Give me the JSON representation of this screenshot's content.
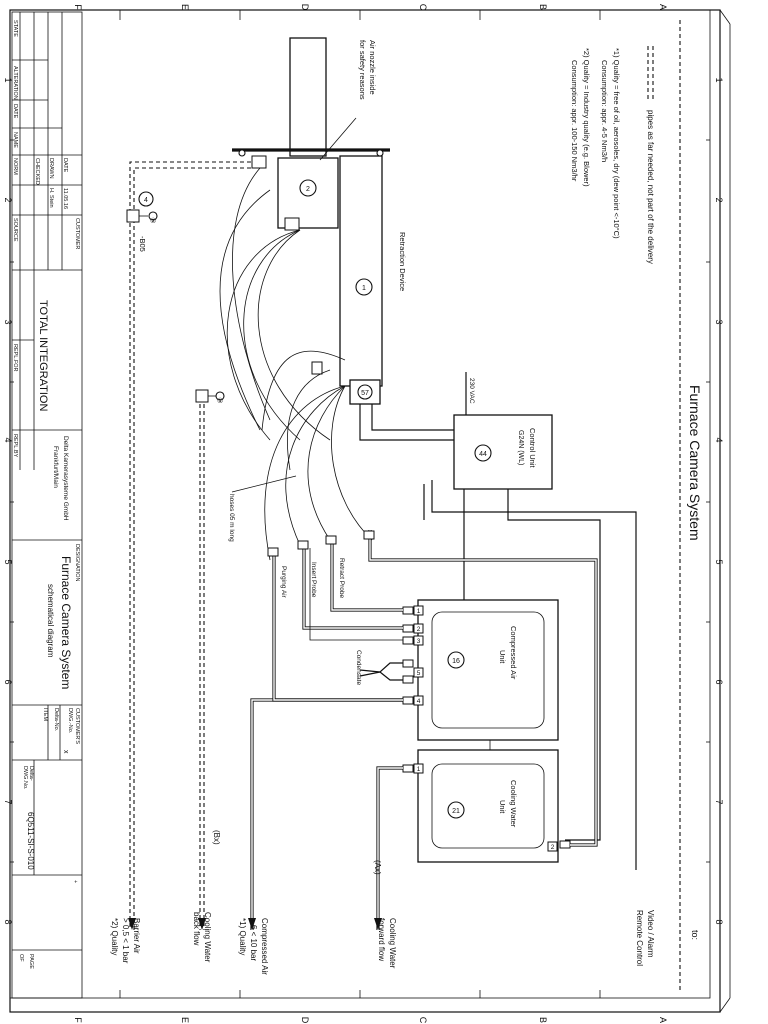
{
  "sheet": {
    "columns_letters": [
      "F",
      "E",
      "D",
      "C",
      "B",
      "A"
    ],
    "rows_numbers": [
      "1",
      "2",
      "3",
      "4",
      "5",
      "6",
      "7",
      "8"
    ],
    "to_label": "to:"
  },
  "title": "Furnace Camera System",
  "notes": {
    "pipes": "pipes as far needed, not part of the delivery",
    "q1_line1": "*1) Quality = free of oil, aerosoles, dry (dew point <-10°C)",
    "q1_line2": "Consumption: appr. 4-5 Nm3/h",
    "q2_line1": "*2) Quality = Industry quality (e.g. Blower)",
    "q2_line2": "Consumption: appr. 100-150 Nm3/hr"
  },
  "components": {
    "control_unit_l1": "Control Unit",
    "control_unit_l2": "G24N (WL)",
    "control_unit_no": "44",
    "supply": "230 VAC",
    "compressed_l1": "Compressed Air",
    "compressed_l2": "Unit",
    "compressed_no": "16",
    "cooling_l1": "Cooling Water",
    "cooling_l2": "Unit",
    "cooling_no": "21",
    "retraction": "Retraction Device",
    "retraction_no": "1",
    "nozzle_no": "2",
    "box57": "57",
    "air_nozzle_l1": "Air nozzle inside",
    "air_nozzle_l2": "for safety reasons",
    "hoses": "hoses 05 m long",
    "retract_probe": "Retract Probe",
    "insert_probe": "Insert Probe",
    "purging_air": "Purging Air",
    "condensate": "Condensate",
    "b05": "-B05",
    "four": "4",
    "p1": "1",
    "p2": "2",
    "p3": "3",
    "p4": "4",
    "p5": "5",
    "w1": "1",
    "w2": "2",
    "valve_a": "②",
    "valve_b": "①"
  },
  "connections": {
    "video_l1": "Video / Alarm",
    "video_l2": "Remote Control",
    "cw_fwd_l1": "Cooling Water",
    "cw_fwd_l2": "forward flow",
    "ax": "(Ax)",
    "ca_l1": "Compressed Air",
    "ca_l2": "> 6 < 10 bar",
    "ca_l3": "*1) Quality",
    "cw_back_l1": "Cooling Water",
    "cw_back_l2": "back flow",
    "bx": "(Bx)",
    "barrier_l1": "Barrier Air",
    "barrier_l2": "> 0,5 < 1 bar",
    "barrier_l3": "*2) Quality"
  },
  "titleblock": {
    "state": "STATE",
    "alteration": "ALTERATION",
    "date": "DATE",
    "name": "NAME",
    "date_h": "DATE",
    "drawn": "DRAWN",
    "checked": "CHECKED",
    "norm": "NORM",
    "date_val": "11.05.16",
    "drawn_val": "H. Stein",
    "customer": "CUSTOMER",
    "customer_val": "TOTAL INTEGRATION",
    "source": "SOURCE",
    "repl_for": "REPL.FOR",
    "repl_by": "REPL.BY",
    "company_l1": "Delta Kamerasysteme GmbH",
    "company_l2": "Frankfurt/Main",
    "designation": "DESIGNATION",
    "design_l1": "Furnace Camera System",
    "design_l2": "schematical diagram",
    "customers_dwg": "CUSTOMER'S",
    "dwg_no": "DWG.-No.",
    "delta_no": "Delta-No.",
    "item": "ITEM",
    "delta_dwg_l1": "Delta-",
    "delta_dwg_l2": "DWG.No.",
    "drawing_no": "6Q511-SI-S-010",
    "x": "x",
    "plus": "+",
    "page": "PAGE",
    "of": "OF"
  }
}
